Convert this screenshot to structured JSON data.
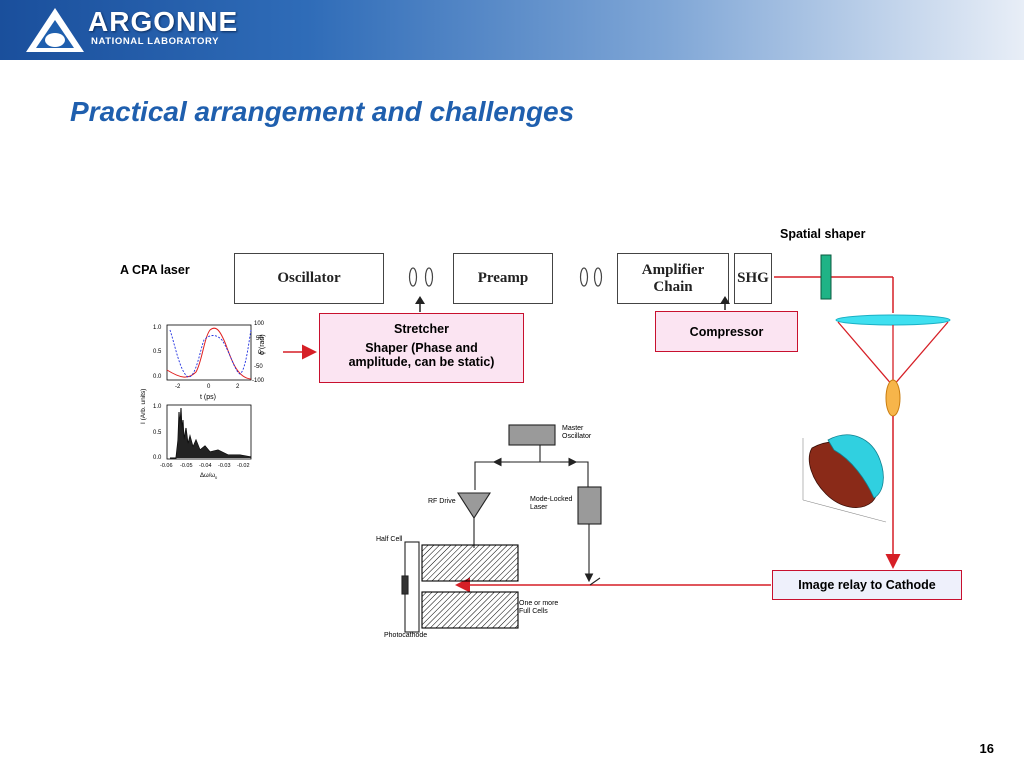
{
  "header": {
    "logo_main": "ARGONNE",
    "logo_sub": "NATIONAL LABORATORY"
  },
  "title": "Practical arrangement and challenges",
  "labels": {
    "cpa_laser": "A CPA laser",
    "spatial_shaper": "Spatial shaper"
  },
  "boxes": {
    "oscillator": "Oscillator",
    "preamp": "Preamp",
    "amplifier_chain_line1": "Amplifier",
    "amplifier_chain_line2": "Chain",
    "shg": "SHG"
  },
  "stretcher": {
    "line1": "Stretcher",
    "line2": "Shaper (Phase and",
    "line3": "amplitude, can be static)"
  },
  "compressor": "Compressor",
  "image_relay": "Image relay to Cathode",
  "plot_top": {
    "yticks": [
      "1.0",
      "0.5",
      "0.0"
    ],
    "xticks": [
      "-2",
      "0",
      "2"
    ],
    "xlabel": "t (ps)",
    "y2ticks": [
      "100",
      "50",
      "0",
      "-50",
      "-100"
    ],
    "y2label": "ϕ (rad)"
  },
  "plot_bottom": {
    "yticks": [
      "1.0",
      "0.5",
      "0.0"
    ],
    "xticks": [
      "-0.06",
      "-0.05",
      "-0.04",
      "-0.03",
      "-0.02"
    ],
    "xlabel": "Δω/ω",
    "xlabel_sub": "0",
    "ylabel": "I (Arb. units)"
  },
  "cavity": {
    "master_oscillator_line1": "Master",
    "master_oscillator_line2": "Oscillator",
    "rf_drive": "RF Drive",
    "mode_locked_line1": "Mode-Locked",
    "mode_locked_line2": "Laser",
    "half_cell": "Half Cell",
    "full_cells_line1": "One or more",
    "full_cells_line2": "Full Cells",
    "photocathode": "Photocathode"
  },
  "page_number": "16"
}
